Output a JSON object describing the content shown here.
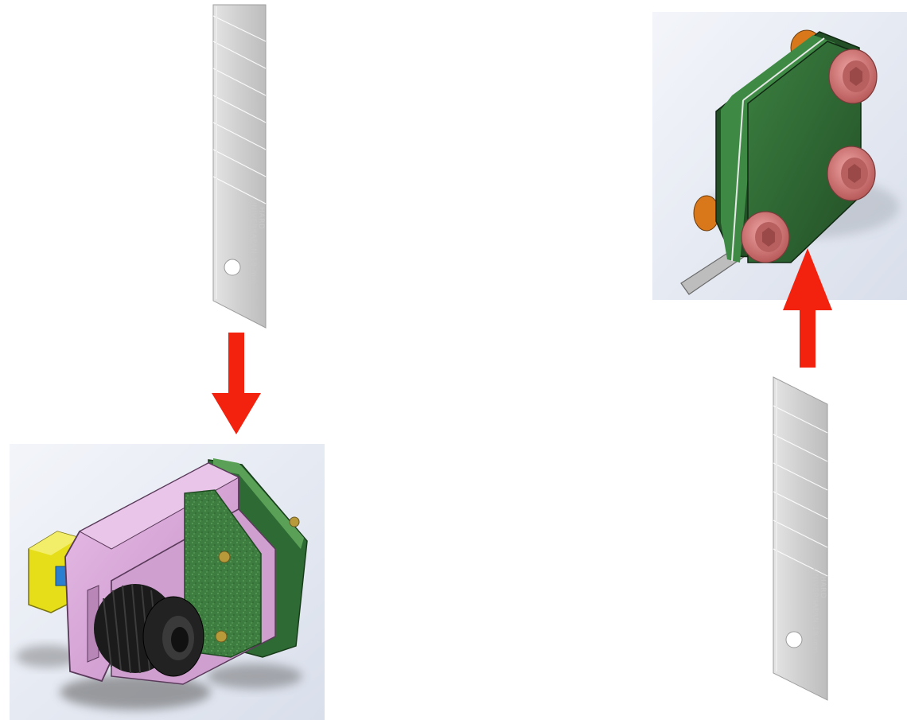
{
  "figure": {
    "blade_print": {
      "line1": "UNIVERSAL",
      "line2": "HARD",
      "line3": "JAPAN 18 mm"
    },
    "colors": {
      "arrow": "#f2220e",
      "blade": "#cfcfcf",
      "blade_edge": "#a6a6a6",
      "holder_pink": "#d8a8d8",
      "holder_green": "#2e6b34",
      "green_plate_speckle": "#4b8a4a",
      "knob_black": "#1b1b1b",
      "bolt_red": "#d87a7a",
      "nut_orange": "#d9781a",
      "yellow_part": "#e6de18",
      "blue_shaft": "#2a7fd0",
      "brass_screw": "#b89a3a",
      "render_bg": "#e7ebf3"
    },
    "steps": [
      {
        "id": "load",
        "direction": "down",
        "description_icon": "arrow-down-icon"
      },
      {
        "id": "unload",
        "direction": "up",
        "description_icon": "arrow-up-icon"
      }
    ]
  }
}
